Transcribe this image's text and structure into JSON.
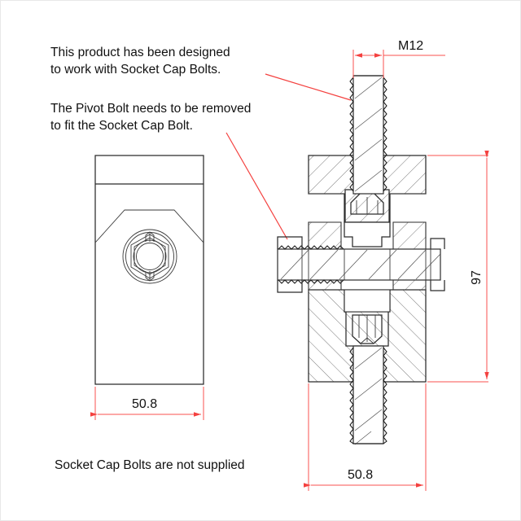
{
  "document": {
    "type": "engineering-drawing",
    "title": "Socket Cap Bolt Mounting Assembly Drawing"
  },
  "notes": {
    "note1_line1": "This product has been designed",
    "note1_line2": "to work with Socket Cap Bolts.",
    "note2_line1": "The Pivot Bolt needs to be removed",
    "note2_line2": "to fit the Socket Cap Bolt.",
    "footer": "Socket Cap Bolts are not supplied"
  },
  "dimensions": {
    "thread_spec": "M12",
    "height_right": "97",
    "width_left_view": "50.8",
    "width_right_view": "50.8"
  },
  "colors": {
    "dimension": "#f9514f",
    "leader": "#f4413f",
    "outline": "#2b2b2b",
    "hatch": "#555555",
    "text": "#111111",
    "background": "#ffffff"
  },
  "views": {
    "left_view_name": "front-elevation-view",
    "right_view_name": "section-view"
  }
}
